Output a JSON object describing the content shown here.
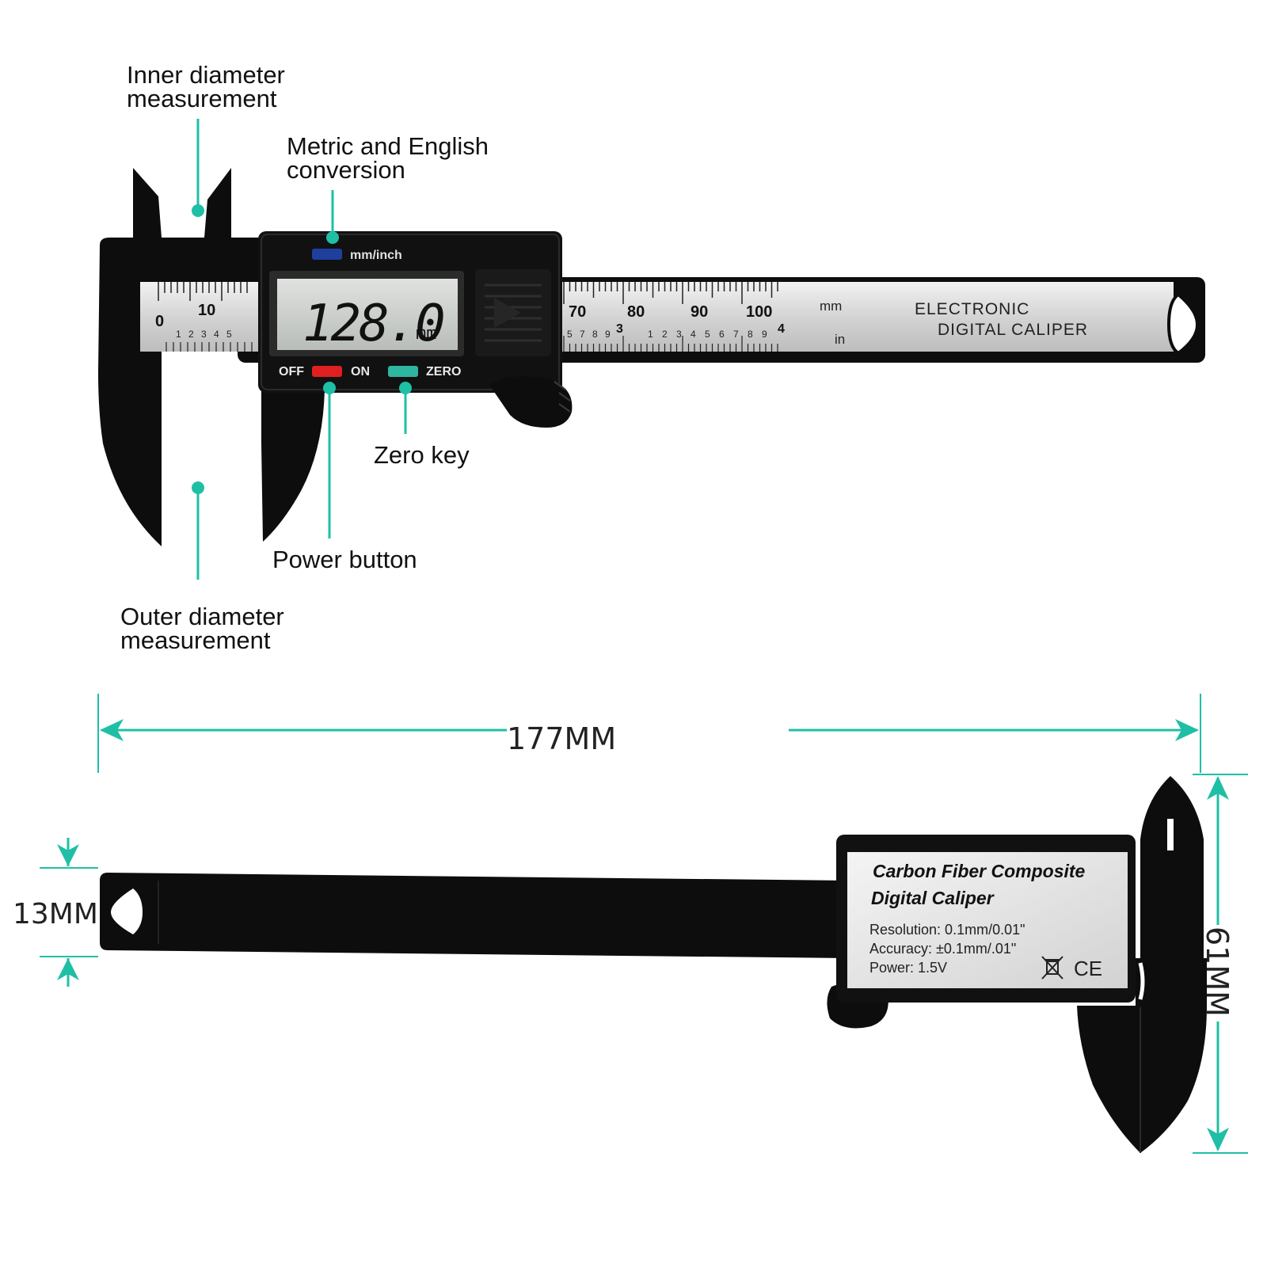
{
  "callouts": {
    "inner_diameter": [
      "Inner diameter",
      "measurement"
    ],
    "metric_english": [
      "Metric and English",
      "conversion"
    ],
    "zero_key": [
      "Zero key"
    ],
    "power_button": [
      "Power button"
    ],
    "outer_diameter": [
      "Outer diameter",
      "measurement"
    ]
  },
  "caliper_front": {
    "unit_button_label": "mm/inch",
    "display_value": "128.0",
    "display_unit": "mm",
    "off_label": "OFF",
    "on_label": "ON",
    "zero_label": "ZERO",
    "mm_label": "mm",
    "in_label": "in",
    "brand_line1": "ELECTRONIC",
    "brand_line2": "DIGITAL CALIPER",
    "scale_numbers": [
      "0",
      "10",
      "70",
      "80",
      "90",
      "100"
    ],
    "inch_digits_left": [
      "1",
      "2",
      "3",
      "4",
      "5"
    ],
    "inch_digits_mid": [
      "5",
      "7",
      "8",
      "9"
    ],
    "inch_marks": [
      "3",
      "4"
    ],
    "inch_digits_right": [
      "1",
      "2",
      "3",
      "4",
      "5",
      "6",
      "7",
      "8",
      "9"
    ]
  },
  "caliper_back": {
    "label_title1": "Carbon Fiber Composite",
    "label_title2": "Digital Caliper",
    "resolution": "Resolution: 0.1mm/0.01\"",
    "accuracy": "Accuracy: ±0.1mm/.01\"",
    "power": "Power: 1.5V",
    "ce_mark": "CE",
    "weee_icon": "crossed-out-bin-icon"
  },
  "dimensions": {
    "length": "177MM",
    "thickness": "13MM",
    "height": "61MM"
  },
  "colors": {
    "accent": "#1fbfa6",
    "body": "#0d0d0d",
    "scale": "#d9d9d9",
    "lcd": "#c9cdc9",
    "power_red": "#e02020",
    "zero_teal": "#2fb6a0",
    "unit_blue": "#1f3f9f"
  }
}
